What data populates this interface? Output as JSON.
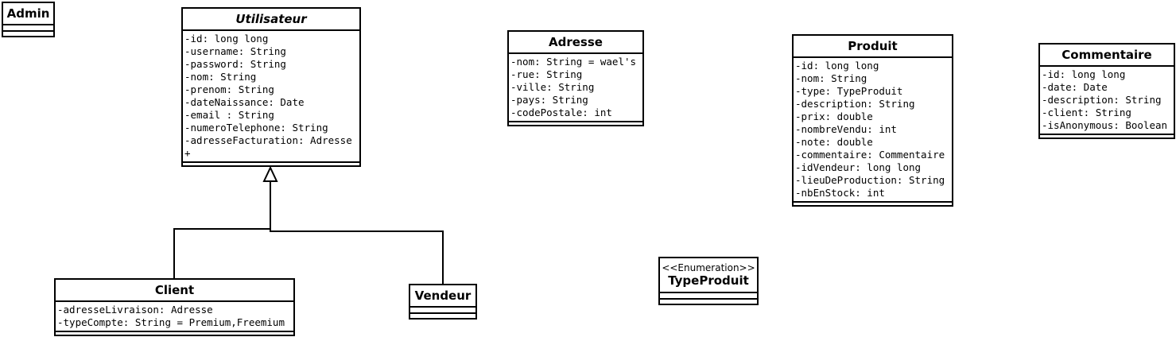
{
  "classes": {
    "admin": {
      "name": "Admin",
      "attributes": []
    },
    "utilisateur": {
      "name": "Utilisateur",
      "attributes": [
        "-id: long long",
        "-username: String",
        "-password: String",
        "-nom: String",
        "-prenom: String",
        "-dateNaissance: Date",
        "-email : String",
        "-numeroTelephone: String",
        "-adresseFacturation: Adresse",
        "+"
      ]
    },
    "adresse": {
      "name": "Adresse",
      "attributes": [
        "-nom: String = wael's",
        "-rue: String",
        "-ville: String",
        "-pays: String",
        "-codePostale: int"
      ]
    },
    "produit": {
      "name": "Produit",
      "attributes": [
        "-id: long long",
        "-nom: String",
        "-type: TypeProduit",
        "-description: String",
        "-prix: double",
        "-nombreVendu: int",
        "-note: double",
        "-commentaire: Commentaire",
        "-idVendeur: long long",
        "-lieuDeProduction: String",
        "-nbEnStock: int"
      ]
    },
    "commentaire": {
      "name": "Commentaire",
      "attributes": [
        "-id: long long",
        "-date: Date",
        "-description: String",
        "-client: String",
        "-isAnonymous: Boolean"
      ]
    },
    "client": {
      "name": "Client",
      "attributes": [
        "-adresseLivraison: Adresse",
        "-typeCompte: String = Premium,Freemium"
      ]
    },
    "vendeur": {
      "name": "Vendeur",
      "attributes": []
    },
    "typeproduit": {
      "name": "TypeProduit",
      "stereotype": "<<Enumeration>>",
      "attributes": []
    }
  }
}
